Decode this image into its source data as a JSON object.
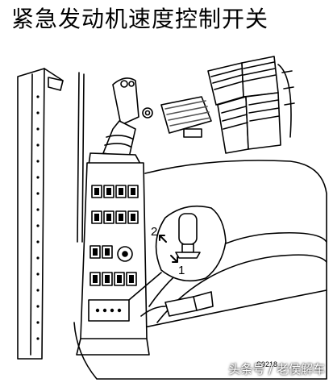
{
  "title": "紧急发动机速度控制开关",
  "callouts": {
    "position_1": "1",
    "position_2": "2"
  },
  "figure_code": "S9218",
  "watermark": "头条号 / 老侯解车",
  "colors": {
    "ink": "#000000",
    "paper": "#ffffff",
    "hatch": "#555555"
  }
}
